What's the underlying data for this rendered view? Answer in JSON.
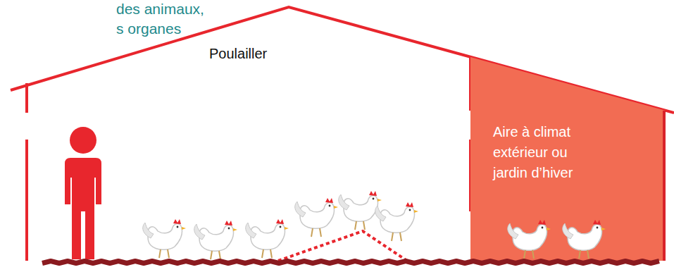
{
  "diagram": {
    "nodes": [
      {
        "text": [
          "Poulailler"
        ]
      },
      {
        "text": [
          "Aire à climat extérieur ou jardin d’hiver"
        ]
      }
    ],
    "labels": [
      "des animaux,",
      "s organes"
    ]
  }
}
